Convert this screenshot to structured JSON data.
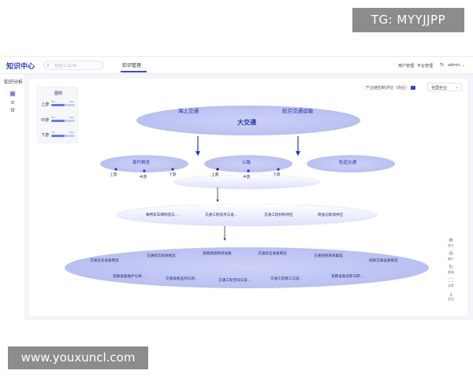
{
  "watermark_top": "TG: MYYJJPP",
  "watermark_bottom": "www.youxuncl.com",
  "header": {
    "logo": "知识中心",
    "search_placeholder": "智能/工具/AI",
    "tab": "知识管理",
    "links": [
      "用户管理",
      "平台管理"
    ],
    "user": "admin"
  },
  "sidebar": {
    "title": "知识分析",
    "icons": [
      "grid-icon",
      "layers-icon",
      "settings-icon"
    ]
  },
  "legend": {
    "title": "图例",
    "rows": [
      {
        "label": "上游",
        "min": "Min",
        "max": "Max"
      },
      {
        "label": "中游",
        "min": "Min",
        "max": "Max"
      },
      {
        "label": "下游",
        "min": "Min",
        "max": "Max"
      }
    ]
  },
  "toolbar": {
    "eval_label": "产业链控制评估（商业）",
    "select_value": "全国全业",
    "tools": [
      {
        "icon": "zoom-in-icon",
        "label": "放大"
      },
      {
        "icon": "zoom-out-icon",
        "label": "缩小"
      },
      {
        "icon": "refresh-icon",
        "label": "刷新"
      },
      {
        "icon": "fullscreen-icon",
        "label": "全屏"
      },
      {
        "icon": "download-icon",
        "label": "导出"
      }
    ]
  },
  "graph": {
    "top": {
      "center": "大交通",
      "left": "海上交通",
      "right": "航空交通运输"
    },
    "mid": {
      "left": "现代物流",
      "center": "公路",
      "right": "轨道交通"
    },
    "streams": {
      "up": "上游",
      "mid": "中游",
      "down": "下游"
    },
    "level3": [
      "乘用车车辆制造与...",
      "交通工程技术与设...",
      "交通工程材料供应",
      "燃油与能源供应"
    ],
    "level4_row1": [
      "交通信号设备制造",
      "交通标志标线制造",
      "道路隧道桥梁设备",
      "交通安全设备制造",
      "交通控制系统集成",
      "指挥交通设备制造"
    ],
    "level4_row2": [
      "道路设备维护与保...",
      "交通设备监测与测...",
      "交通工程咨询与设...",
      "交通工程施工与安...",
      "道路设备创新与研..."
    ]
  }
}
